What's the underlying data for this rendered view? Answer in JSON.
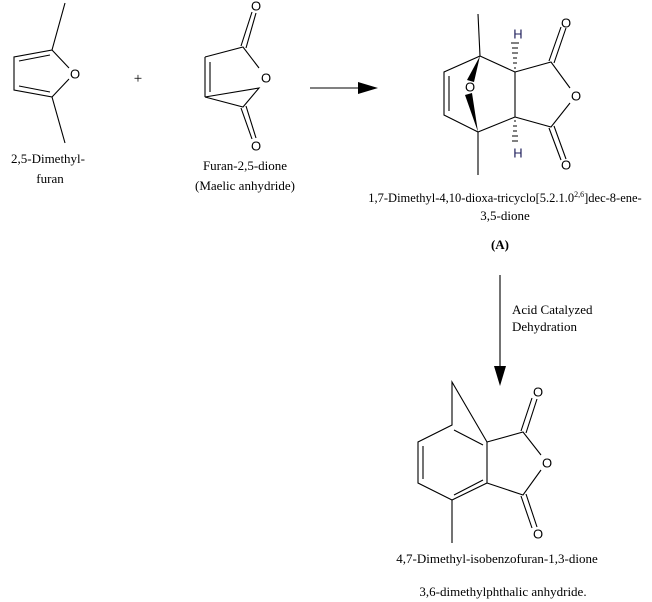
{
  "reactant1": {
    "name_line1": "2,5-Dimethyl-",
    "name_line2": "furan",
    "atoms": {
      "O": "O"
    }
  },
  "plus": "+",
  "reactant2": {
    "name_line1": "Furan-2,5-dione",
    "name_line2": "(Maelic anhydride)",
    "atoms": {
      "O": "O"
    }
  },
  "intermediate": {
    "name_line1_prefix": "1,7-Dimethyl-4,10-dioxa-tricyclo[5.2.1.0",
    "name_line1_sup": "2,6",
    "name_line1_suffix": "]dec-8-ene-",
    "name_line2": "3,5-dione",
    "label": "(A)",
    "atoms": {
      "O": "O",
      "H": "H"
    }
  },
  "step2": {
    "line1": "Acid Catalyzed",
    "line2": "Dehydration"
  },
  "product": {
    "name": "4,7-Dimethyl-isobenzofuran-1,3-dione",
    "common_name": "3,6-dimethylphthalic anhydride.",
    "atoms": {
      "O": "O"
    }
  }
}
